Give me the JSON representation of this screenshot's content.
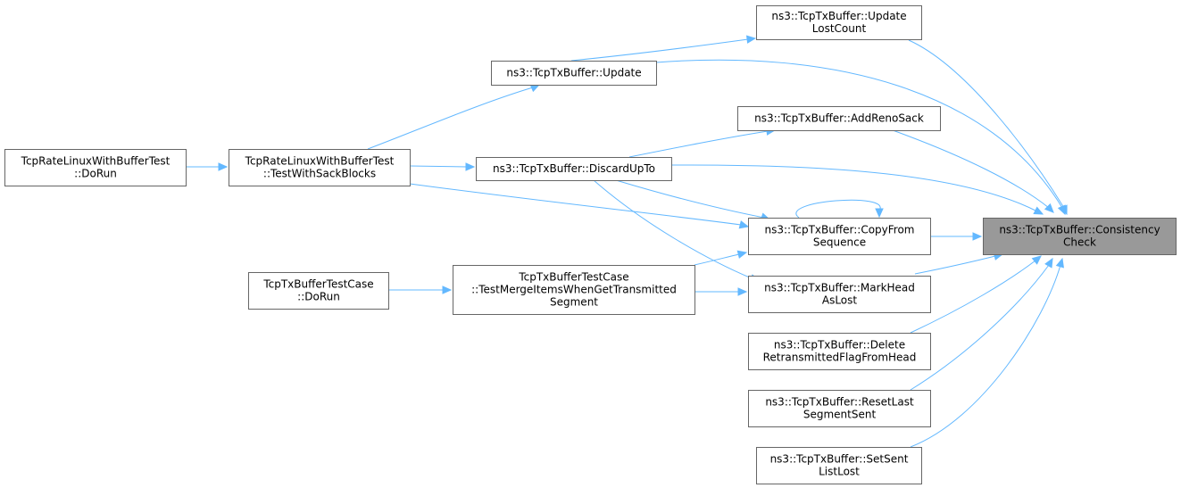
{
  "graph": {
    "title": "",
    "nodes": [
      {
        "id": "consistency",
        "lines": [
          "ns3::TcpTxBuffer::Consistency",
          "Check"
        ],
        "highlighted": true
      },
      {
        "id": "updatelost",
        "lines": [
          "ns3::TcpTxBuffer::Update",
          "LostCount"
        ]
      },
      {
        "id": "update",
        "lines": [
          "ns3::TcpTxBuffer::Update"
        ]
      },
      {
        "id": "addrenosack",
        "lines": [
          "ns3::TcpTxBuffer::AddRenoSack"
        ]
      },
      {
        "id": "discardupto",
        "lines": [
          "ns3::TcpTxBuffer::DiscardUpTo"
        ]
      },
      {
        "id": "copyfromseq",
        "lines": [
          "ns3::TcpTxBuffer::CopyFrom",
          "Sequence"
        ]
      },
      {
        "id": "markheadlost",
        "lines": [
          "ns3::TcpTxBuffer::MarkHead",
          "AsLost"
        ]
      },
      {
        "id": "deleteretrans",
        "lines": [
          "ns3::TcpTxBuffer::Delete",
          "RetransmittedFlagFromHead"
        ]
      },
      {
        "id": "resetlast",
        "lines": [
          "ns3::TcpTxBuffer::ResetLast",
          "SegmentSent"
        ]
      },
      {
        "id": "setsentlist",
        "lines": [
          "ns3::TcpTxBuffer::SetSent",
          "ListLost"
        ]
      },
      {
        "id": "ratetestsack",
        "lines": [
          "TcpRateLinuxWithBufferTest",
          "::TestWithSackBlocks"
        ]
      },
      {
        "id": "ratedorun",
        "lines": [
          "TcpRateLinuxWithBufferTest",
          "::DoRun"
        ]
      },
      {
        "id": "mergeitems",
        "lines": [
          "TcpTxBufferTestCase",
          "::TestMergeItemsWhenGetTransmitted",
          "Segment"
        ]
      },
      {
        "id": "bufdorun",
        "lines": [
          "TcpTxBufferTestCase",
          "::DoRun"
        ]
      }
    ],
    "edges": [
      {
        "from": "updatelost",
        "to": "consistency"
      },
      {
        "from": "update",
        "to": "consistency"
      },
      {
        "from": "addrenosack",
        "to": "consistency"
      },
      {
        "from": "discardupto",
        "to": "consistency"
      },
      {
        "from": "copyfromseq",
        "to": "consistency"
      },
      {
        "from": "markheadlost",
        "to": "consistency"
      },
      {
        "from": "deleteretrans",
        "to": "consistency"
      },
      {
        "from": "resetlast",
        "to": "consistency"
      },
      {
        "from": "setsentlist",
        "to": "consistency"
      },
      {
        "from": "update",
        "to": "updatelost"
      },
      {
        "from": "ratetestsack",
        "to": "update"
      },
      {
        "from": "discardupto",
        "to": "addrenosack"
      },
      {
        "from": "ratetestsack",
        "to": "discardupto"
      },
      {
        "from": "ratedorun",
        "to": "ratetestsack"
      },
      {
        "from": "discardupto",
        "to": "copyfromseq"
      },
      {
        "from": "ratetestsack",
        "to": "copyfromseq"
      },
      {
        "from": "copyfromseq",
        "to": "copyfromseq"
      },
      {
        "from": "mergeitems",
        "to": "copyfromseq"
      },
      {
        "from": "discardupto",
        "to": "markheadlost"
      },
      {
        "from": "mergeitems",
        "to": "markheadlost"
      },
      {
        "from": "bufdorun",
        "to": "mergeitems"
      }
    ]
  },
  "colors": {
    "edge": "#63b8ff",
    "node_border": "#666666",
    "node_fill": "#ffffff",
    "highlight_fill": "#999999"
  }
}
